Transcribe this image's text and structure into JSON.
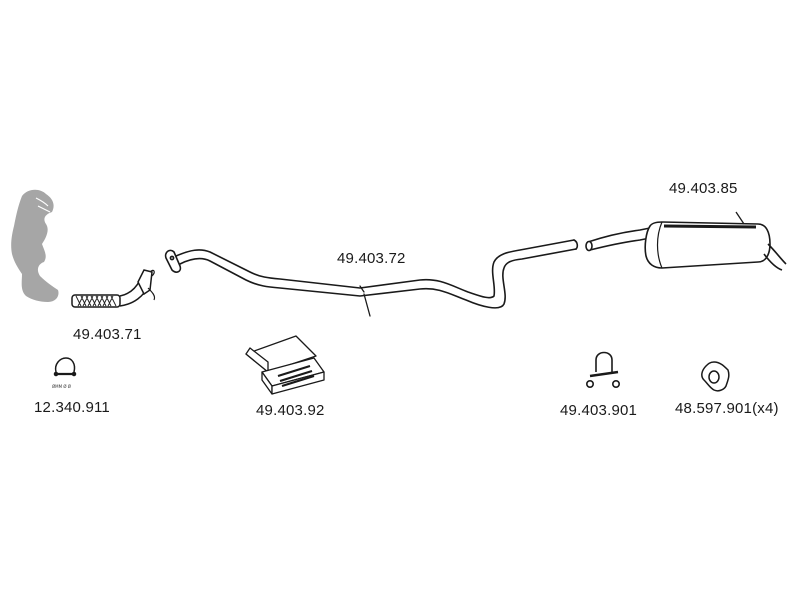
{
  "diagram": {
    "parts": [
      {
        "id": "front_pipe",
        "number": "49.403.71"
      },
      {
        "id": "middle_pipe",
        "number": "49.403.72"
      },
      {
        "id": "rear_silencer",
        "number": "49.403.85"
      },
      {
        "id": "clamp",
        "number": "12.340.911",
        "size_text": "ØMM Ø Ø"
      },
      {
        "id": "mounting_kit",
        "number": "49.403.92"
      },
      {
        "id": "u_bolt",
        "number": "49.403.901"
      },
      {
        "id": "gasket",
        "number": "48.597.901(x4)"
      }
    ]
  },
  "colors": {
    "line": "#1a1a1a",
    "engine_silhouette": "#a6a6a6",
    "background": "#ffffff"
  }
}
